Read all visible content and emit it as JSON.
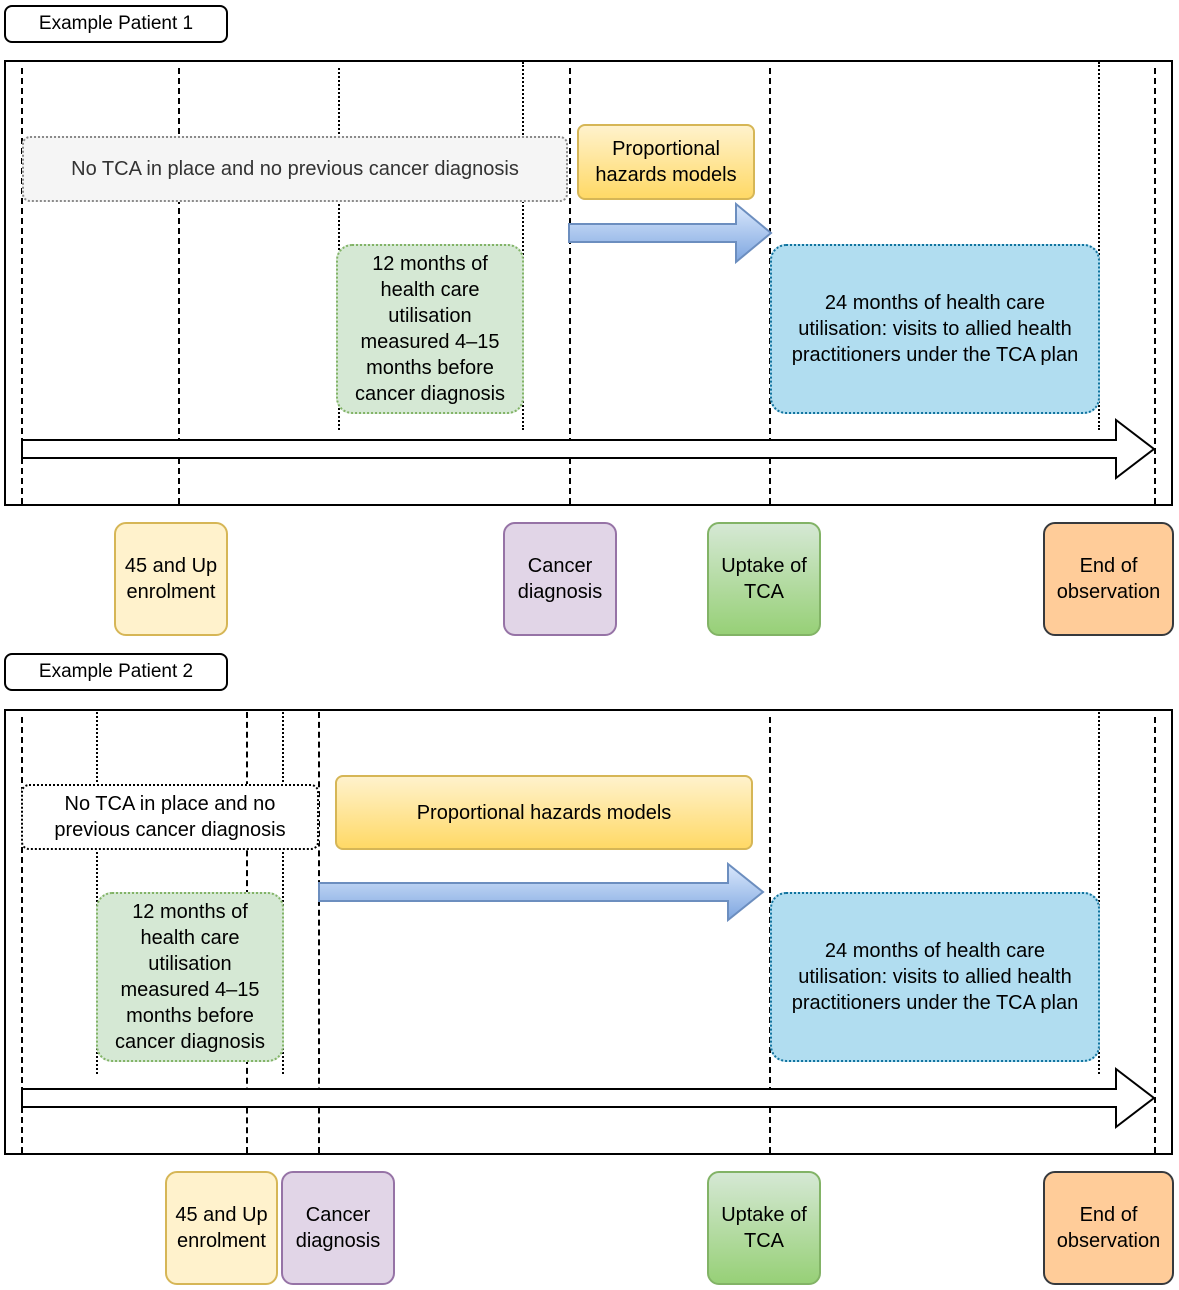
{
  "patient1": {
    "title": "Example Patient 1",
    "no_tca": "No TCA in place and no previous cancer diagnosis",
    "pre_utilisation": "12 months of health care utilisation measured 4–15 months before cancer diagnosis",
    "models": "Proportional hazards models",
    "post_utilisation": "24 months of health care utilisation: visits to allied health practitioners under the TCA plan",
    "milestones": {
      "enrolment": "45 and Up enrolment",
      "cancer": "Cancer diagnosis",
      "uptake": "Uptake of TCA",
      "end": "End of observation"
    }
  },
  "patient2": {
    "title": "Example Patient 2",
    "no_tca": "No TCA in place and no previous cancer diagnosis",
    "pre_utilisation": "12 months of health care utilisation measured 4–15 months before cancer diagnosis",
    "models": "Proportional hazards models",
    "post_utilisation": "24 months of health care utilisation: visits to allied health practitioners under the TCA plan",
    "milestones": {
      "enrolment": "45 and Up enrolment",
      "cancer": "Cancer diagnosis",
      "uptake": "Uptake of TCA",
      "end": "End of observation"
    }
  },
  "colors": {
    "enrolment": "#fff2cc",
    "cancer": "#e1d5e7",
    "uptake": "#97d077",
    "end": "#ffcc99",
    "pre_utilisation": "#d5e8d4",
    "post_utilisation": "#b1ddf0",
    "models": "#ffd966",
    "progress_arrow": "#7ea6e0"
  }
}
